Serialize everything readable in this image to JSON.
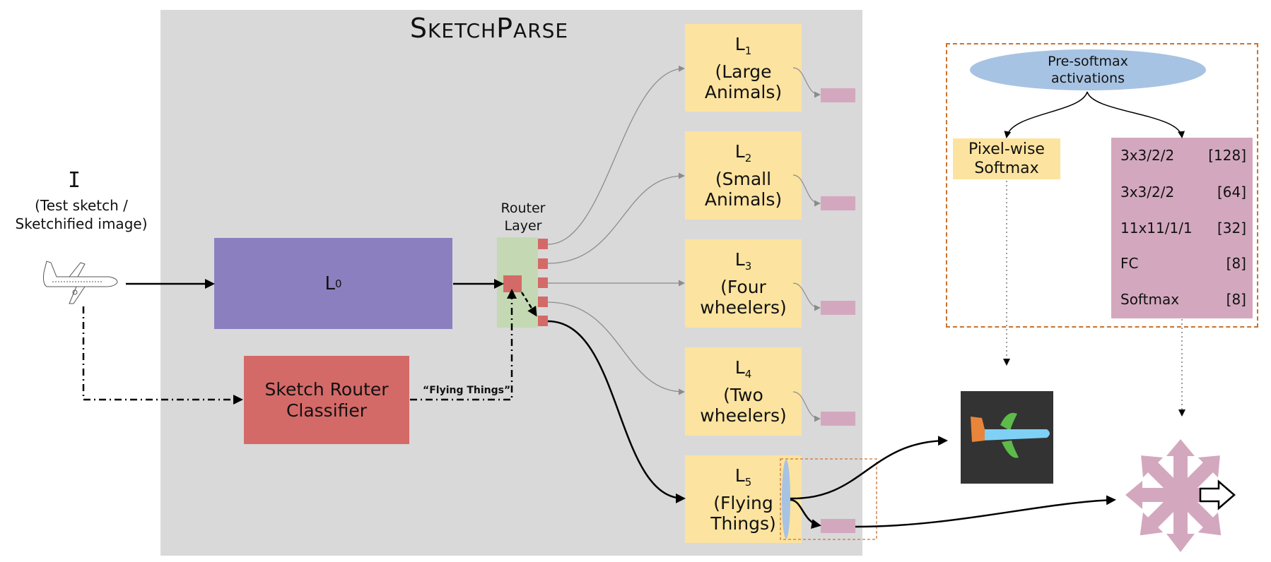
{
  "title": {
    "first_big": "S",
    "first_small": "KETCH",
    "second_big": "P",
    "second_small": "ARSE"
  },
  "input": {
    "symbol": "I",
    "caption_line1": "(Test sketch /",
    "caption_line2": "Sketchified image)"
  },
  "l0": {
    "label": "L",
    "sub": "0"
  },
  "router_classifier": {
    "line1": "Sketch Router",
    "line2": "Classifier"
  },
  "router_layer": {
    "line1": "Router",
    "line2": "Layer"
  },
  "flying_things_label": "“Flying Things”",
  "branches": [
    {
      "label": "L",
      "sub": "1",
      "line2": "(Large",
      "line3": "Animals)"
    },
    {
      "label": "L",
      "sub": "2",
      "line2": "(Small",
      "line3": "Animals)"
    },
    {
      "label": "L",
      "sub": "3",
      "line2": "(Four",
      "line3": "wheelers)"
    },
    {
      "label": "L",
      "sub": "4",
      "line2": "(Two",
      "line3": "wheelers)"
    },
    {
      "label": "L",
      "sub": "5",
      "line2": "(Flying",
      "line3": "Things)"
    }
  ],
  "legend": {
    "presoftmax_line1": "Pre-softmax",
    "presoftmax_line2": "activations",
    "pixelwise_line1": "Pixel-wise",
    "pixelwise_line2": "Softmax",
    "layers": [
      {
        "name": "3x3/2/2",
        "value": "[128]"
      },
      {
        "name": "3x3/2/2",
        "value": "[64]"
      },
      {
        "name": "11x11/1/1",
        "value": "[32]"
      },
      {
        "name": "FC",
        "value": "[8]"
      },
      {
        "name": "Softmax",
        "value": "[8]"
      }
    ]
  },
  "colors": {
    "panel": "#d9d9d9",
    "l0": "#8b7fc0",
    "classifier": "#d46a68",
    "router": "#c4d9b3",
    "branch": "#fce39f",
    "pink": "#d3a8bf",
    "blue": "#a7c3e3",
    "dashed": "#c9732f"
  }
}
